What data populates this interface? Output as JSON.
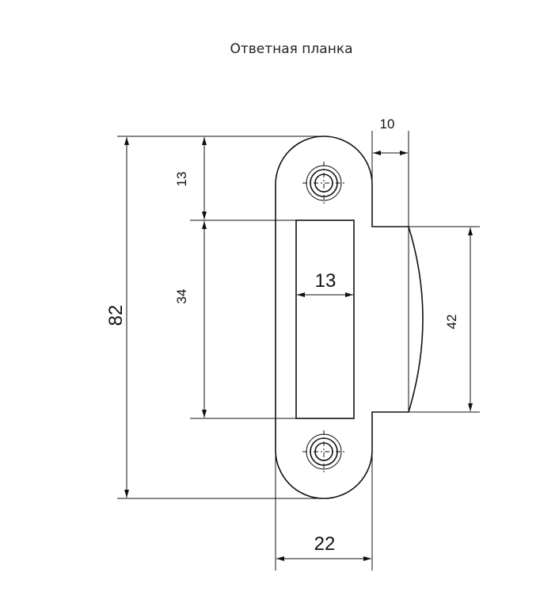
{
  "title": "Ответная планка",
  "dimensions": {
    "total_height": "82",
    "top_offset": "13",
    "slot_height": "34",
    "slot_width": "13",
    "plate_width": "22",
    "tongue_depth": "10",
    "tongue_height": "42"
  },
  "colors": {
    "line": "#111111",
    "background": "#ffffff"
  }
}
